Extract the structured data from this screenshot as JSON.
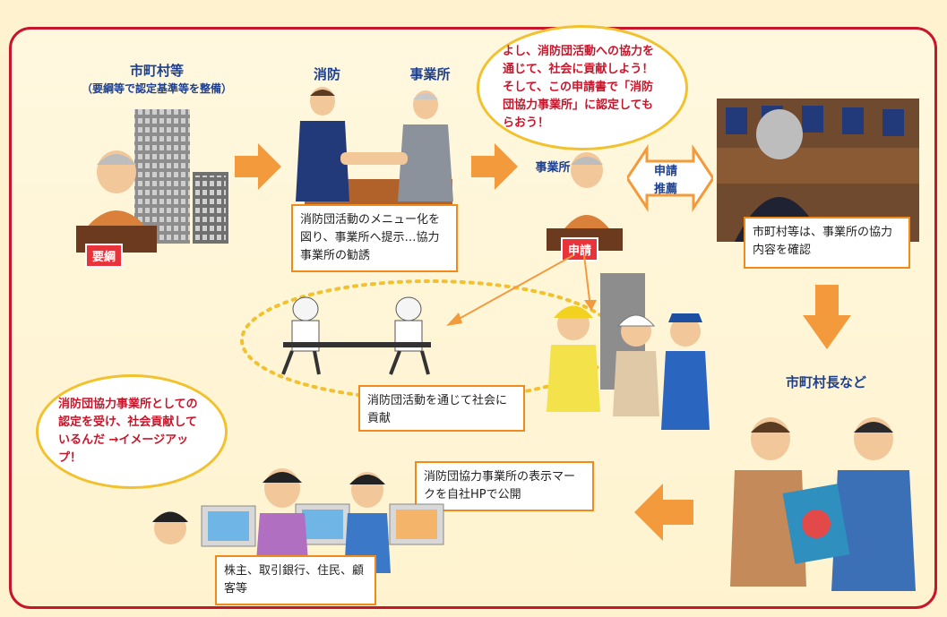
{
  "municipality": {
    "title": "市町村等",
    "subtitle": "（要綱等で認定基準等を整備）",
    "doc_label": "要綱"
  },
  "fire_brigade_label": "消防",
  "business_label": "事業所",
  "box_menu": "消防団活動のメニュー化を図り、事業所へ提示…協力事業所の勧誘",
  "bubble_top": "よし、消防団活動への協力を通じて、社会に貢献しよう！そして、この申請書で「消防団協力事業所」に認定してもらおう！",
  "business_label2": "事業所",
  "apply_label": "申請",
  "apply_recommend": {
    "line1": "申請",
    "line2": "推薦"
  },
  "box_confirm": "市町村等は、事業所の協力内容を確認",
  "mayor_label": "市町村長など",
  "box_contribute": "消防団活動を通じて社会に貢献",
  "bubble_left": "消防団協力事業所としての認定を受け、社会貢献しているんだ →イメージアップ！",
  "box_publish": "消防団協力事業所の表示マークを自社HPで公開",
  "box_audience": "株主、取引銀行、住民、顧客等",
  "colors": {
    "frame": "#c7162b",
    "arrow": "#f39a3d",
    "box_border": "#f08a1a",
    "bubble_border": "#f2c12e",
    "title": "#1d3f8f"
  }
}
